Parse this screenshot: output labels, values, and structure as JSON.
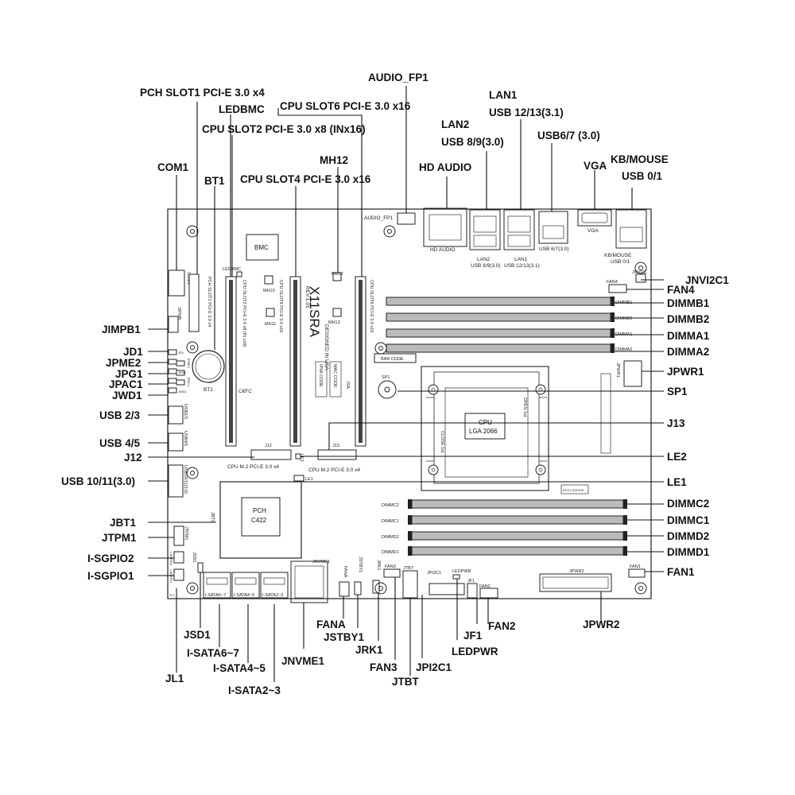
{
  "callouts": {
    "pch_slot1": "PCH SLOT1 PCI-E 3.0 x4",
    "ledbmc": "LEDBMC",
    "cpu_slot6": "CPU SLOT6 PCI-E 3.0 x16",
    "cpu_slot2": "CPU SLOT2 PCI-E 3.0 x8 (INx16)",
    "mh12": "MH12",
    "com1": "COM1",
    "bt1": "BT1",
    "cpu_slot4": "CPU SLOT4 PCI-E 3.0 x16",
    "audio_fp1": "AUDIO_FP1",
    "lan1": "LAN1",
    "usb_12_13": "USB 12/13(3.1)",
    "lan2": "LAN2",
    "usb_8_9": "USB 8/9(3.0)",
    "usb_6_7": "USB6/7 (3.0)",
    "hd_audio": "HD AUDIO",
    "vga": "VGA",
    "kb_mouse": "KB/MOUSE",
    "usb_0_1": "USB 0/1",
    "jnvi2c1": "JNVI2C1",
    "fan4": "FAN4",
    "dimmb1": "DIMMB1",
    "dimmb2": "DIMMB2",
    "dimma1": "DIMMA1",
    "dimma2": "DIMMA2",
    "jpwr1": "JPWR1",
    "sp1": "SP1",
    "j13": "J13",
    "le2": "LE2",
    "le1": "LE1",
    "dimmc2": "DIMMC2",
    "dimmc1": "DIMMC1",
    "dimmd2": "DIMMD2",
    "dimmd1": "DIMMD1",
    "fan1": "FAN1",
    "jpwr2": "JPWR2",
    "fan2": "FAN2",
    "jf1": "JF1",
    "ledpwr": "LEDPWR",
    "jpi2c1": "JPI2C1",
    "jtbt": "JTBT",
    "fan3": "FAN3",
    "jrk1": "JRK1",
    "jstby1": "JSTBY1",
    "fana": "FANA",
    "jnvme1": "JNVME1",
    "i_sata2_3": "I-SATA2~3",
    "i_sata4_5": "I-SATA4~5",
    "i_sata6_7": "I-SATA6~7",
    "jl1": "JL1",
    "jsd1": "JSD1",
    "jimpb1": "JIMPB1",
    "jd1": "JD1",
    "jpme2": "JPME2",
    "jpg1": "JPG1",
    "jpac1": "JPAC1",
    "jwd1": "JWD1",
    "usb_2_3": "USB 2/3",
    "usb_4_5": "USB 4/5",
    "j12": "J12",
    "usb_10_11": "USB 10/11(3.0)",
    "jbt1": "JBT1",
    "jtpm1": "JTPM1",
    "i_sgpio2": "I-SGPIO2",
    "i_sgpio1": "I-SGPIO1"
  },
  "board": {
    "model": "X11SRA",
    "rev": "REV:1.01",
    "designed": "DESIGNED IN USA",
    "bmc": "BMC",
    "pch": "PCH",
    "pch_model": "C422",
    "cpu": "CPU",
    "socket": "LGA 2066",
    "bar_code": "BAR CODE",
    "ipmi_code": "IPMI CODE",
    "mac_code": "MAC CODE",
    "isa": "ISA",
    "ce": "C€FC",
    "open_1st": "OPEN 1st",
    "close_1st": "CLOSE 1st",
    "ecs_label": "ECS LICENSE",
    "sp1": "SP1",
    "bt1": "BT1",
    "mh10": "MH10",
    "mh11": "MH11",
    "mh12": "MH12",
    "mh13": "MH13",
    "ledbmc": "LEDBMC",
    "slot1": "PCH SLOT1 PCI-E 3.0 x4",
    "slot2": "CPU SLOT2 PCI-E 3.0 x8 (IN x16)",
    "slot4": "CPU SLOT4 PCI-E 3.0 x16",
    "slot6": "CPU SLOT6 PCI-E 3.0 x16",
    "m2_left": "CPU M.2 PCI-E 3.0 x4",
    "m2_right": "CPU M.2 PCI-E 3.0 x4",
    "j12": "J12",
    "j13": "J13",
    "le1": "LE1",
    "le2": "LE2",
    "audio_fp1": "AUDIO_FP1",
    "hd_audio": "HD AUDIO",
    "lan2_a": "LAN2",
    "lan2_b": "USB 8/9(3.0)",
    "lan1_a": "LAN1",
    "lan1_b": "USB 12/13(3.1)",
    "usb67": "USB 6/7(3.0)",
    "vga": "VGA",
    "kbm_a": "KB/MOUSE",
    "kbm_b": "USB 0/1",
    "jnvi2c": "JNVI2C",
    "fan4": "FAN4",
    "dimmb1": "DIMMB1",
    "dimmb2": "DIMMB2",
    "dimma1": "DIMMA1",
    "dimma2": "DIMMA2",
    "dimmc2": "DIMMC2",
    "dimmc1": "DIMMC1",
    "dimmd2": "DIMMD2",
    "dimmd1": "DIMMD1",
    "jpwr1": "JPWR1",
    "jpwr2": "JPWR2",
    "fan1": "FAN1",
    "fan2": "FAN2",
    "fan3": "FAN3",
    "fana": "FANA",
    "jf1": "JF1",
    "ledpwr": "LEDPWR",
    "jpi2c1": "JPI2C1",
    "jtbt": "JTBT",
    "jrk1": "JRK1",
    "jstby1": "JSTBY1",
    "jnvme1": "JNVME1",
    "sata67": "I-SATA6~7",
    "sata45": "I-SATA4~5",
    "sata23": "I-SATA2~3",
    "com1": "COM1",
    "jipmb": "JIPMB",
    "jbt1": "JBT1",
    "jtpm1": "JTPM1",
    "jsd1": "JSD1",
    "usb23": "USB2/3",
    "usb45": "USB4/5",
    "usb1011": "USB10/11(3.0)",
    "jd1": "JD1",
    "jpme2": "JPME2",
    "jpg1": "JPG1",
    "jpac1": "JPAC1",
    "jwd1": "JWD1",
    "sgpio1": "I-SGPIO1",
    "sgpio2": "I-SGPIO2",
    "jl1": "JL1"
  }
}
